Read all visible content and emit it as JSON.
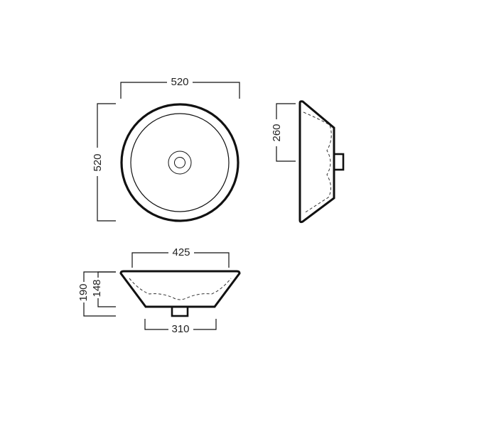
{
  "views": {
    "top": {
      "width_label": "520",
      "height_label": "520"
    },
    "side": {
      "height_label": "260"
    },
    "front": {
      "top_width_label": "425",
      "bottom_width_label": "310",
      "total_height_label": "190",
      "bowl_height_label": "148"
    }
  },
  "colors": {
    "line": "#111111",
    "background": "#ffffff"
  }
}
